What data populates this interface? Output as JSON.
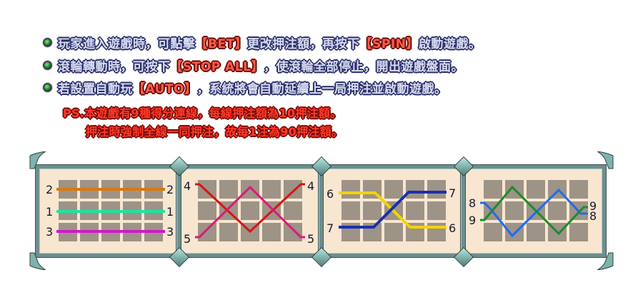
{
  "rules": [
    {
      "parts": [
        {
          "type": "text",
          "value": "玩家進入遊戲時，可點擊"
        },
        {
          "type": "button",
          "value": "【BET】"
        },
        {
          "type": "text",
          "value": "更改押注額，再按下"
        },
        {
          "type": "button",
          "value": "【SPIN】"
        },
        {
          "type": "text",
          "value": "啟動遊戲。"
        }
      ]
    },
    {
      "parts": [
        {
          "type": "text",
          "value": "滾輪轉動時，可按下"
        },
        {
          "type": "button",
          "value": "【STOP ALL】"
        },
        {
          "type": "text",
          "value": "，使滾輪全部停止，開出遊戲盤面。"
        }
      ]
    },
    {
      "parts": [
        {
          "type": "text",
          "value": "若設置自動玩"
        },
        {
          "type": "button",
          "value": "【AUTO】"
        },
        {
          "type": "text",
          "value": "，系統將會自動延續上一局押注並啟動遊戲。"
        }
      ]
    }
  ],
  "ps_note": {
    "line1": "PS.本遊戲有9種得分連線，每線押注額為10押注額。",
    "line2": "押注時強制全線一同押注，故每1注為90押注額。"
  },
  "paylines": {
    "colors": {
      "line1": "#19e6a0",
      "line2": "#d97a0c",
      "line3": "#d417c8",
      "line4": "#d81414",
      "line5": "#d81c7a",
      "line6": "#f2d400",
      "line7": "#1a2fb0",
      "line8": "#1e6cf0",
      "line9": "#1e8a2e"
    },
    "panels": [
      {
        "left_labels": [
          "2",
          "1",
          "3"
        ],
        "right_labels": [
          "2",
          "1",
          "3"
        ]
      },
      {
        "left_labels": [
          "4",
          "5"
        ],
        "right_labels": [
          "4",
          "5"
        ]
      },
      {
        "left_labels": [
          "6",
          "7"
        ],
        "right_labels": [
          "7",
          "6"
        ]
      },
      {
        "left_labels": [
          "8",
          "9"
        ],
        "right_labels": [
          "9",
          "8"
        ]
      }
    ]
  }
}
